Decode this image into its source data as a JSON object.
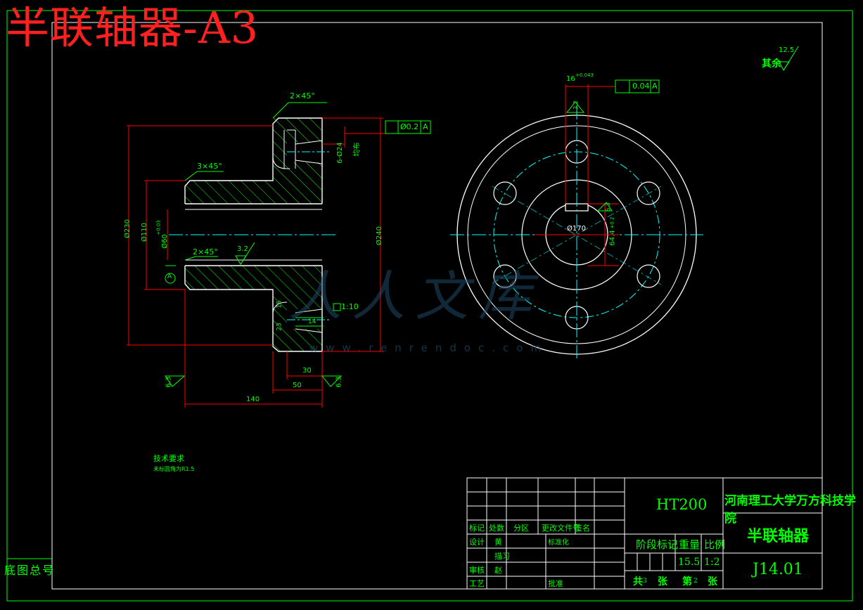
{
  "sheet_title": "半联轴器-A3",
  "roughness_note": {
    "label": "其余",
    "value": "12.5"
  },
  "front_view": {
    "chamfer_top": "2×45°",
    "chamfer_hub": "3×45°",
    "chamfer_bore": "2×45°",
    "diam_outer_left": "Ø230",
    "diam_hub": "Ø110",
    "diam_bore": "Ø60",
    "bore_tol": "+0.03",
    "diam_flange": "Ø240",
    "holes_spec": "6-Ø24",
    "holes_note": "均布",
    "position_tol_value": "Ø0.2",
    "datum": "A",
    "roughness_bore": "3.2",
    "roughness_left": "6.3",
    "roughness_right": "6.3",
    "taper": "1:10",
    "dim_30": "30",
    "dim_50": "50",
    "dim_140": "140",
    "dim_14": "14",
    "small_dim_1": "15",
    "small_dim_2": "23",
    "datum_circle": "A"
  },
  "side_view": {
    "keyway_width": "16",
    "keyway_tol": "+0.043",
    "sym_tol_value": "0.04",
    "sym_datum": "A",
    "pcd": "Ø170",
    "key_depth": "64.4",
    "key_depth_tol": "+0.2",
    "rough_key1": "3.2",
    "rough_key2": "6.3"
  },
  "tech_req": {
    "title": "技术要求",
    "line1": "未标圆角为R1.5"
  },
  "bottom_left_label": "底图总号",
  "watermark": {
    "logo": "人人文库",
    "url": "www.renrendoc.com"
  },
  "title_block": {
    "material": "HT200",
    "school": "河南理工大学万方科技学院",
    "part_name": "半联轴器",
    "drawing_no": "J14.01",
    "stage_mark": "阶段标记",
    "weight_label": "重量",
    "scale_label": "比例",
    "weight": "15.5",
    "scale": "1:2",
    "total_label": "共",
    "total_sheets": "3",
    "sheet_label": "第",
    "sheet_no": "2",
    "zhang": "张",
    "row_revision": [
      "标记",
      "处数",
      "分区",
      "更改文件号",
      "签名"
    ],
    "design": "设计",
    "design_name": "黄",
    "standardize": "标准化",
    "draw": "描习",
    "review": "审核",
    "review_name": "赵",
    "process": "工艺",
    "approve": "批准"
  },
  "colors": {
    "frame": "#00ff00",
    "geometry": "#ffffff",
    "dimension": "#ff0000",
    "centerline": "#00ffff",
    "title": "#ff2020"
  }
}
